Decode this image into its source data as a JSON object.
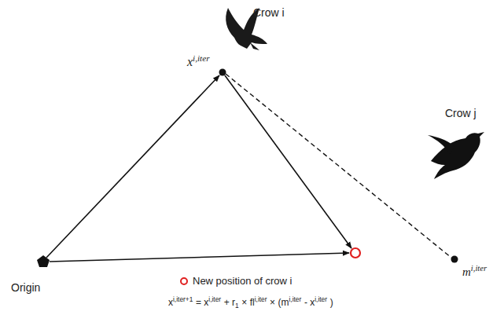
{
  "diagram": {
    "labels": [
      "Crow i",
      "x",
      "i,iter",
      "Crow j",
      "m",
      "i,iter",
      "Origin",
      "x",
      "i,iter+1",
      "= x",
      "i,iter",
      "+ r",
      "1",
      "× fl",
      "i,iter",
      "× (m",
      "i,iter",
      "- x",
      "i,iter",
      ")"
    ],
    "legend": [
      {
        "text": "New position of crow i"
      }
    ]
  }
}
